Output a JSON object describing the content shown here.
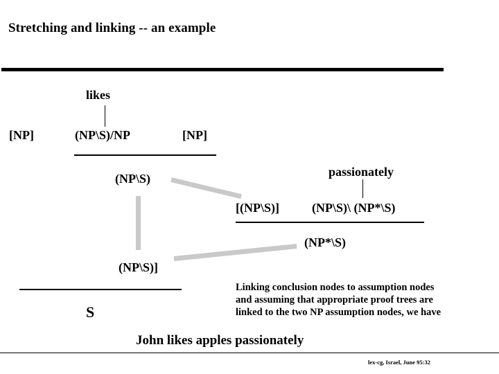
{
  "slide": {
    "title": "Stretching and linking -- an example",
    "footer": "lex-cg, Israel, June 95:32",
    "sentence": "John likes apples passionately"
  },
  "proof": {
    "lexical_items": [
      {
        "word": "likes"
      },
      {
        "word": "passionately"
      }
    ],
    "nodes": {
      "np_left": "[NP]",
      "likes_category": "(NP\\S)/NP",
      "np_right": "[NP]",
      "np_s": "(NP\\S)",
      "np_s_assumption": "[(NP\\S)]",
      "passionately_category": "(NP\\S)\\ (NP*\\S)",
      "np_star_s": "(NP*\\S)",
      "np_s_discharged": "(NP\\S)]",
      "s": "S"
    }
  },
  "explanation": {
    "line1": "Linking conclusion nodes to assumption nodes",
    "line2": "and assuming that appropriate proof trees  are",
    "line3": "linked to the two NP assumption nodes, we have"
  },
  "colors": {
    "text": "#000000",
    "link_grey": "#c9c9c9",
    "background": "#ffffff"
  }
}
